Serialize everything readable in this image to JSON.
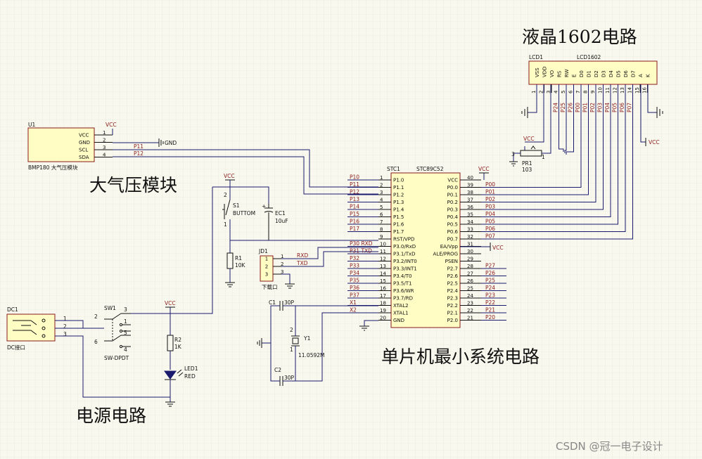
{
  "titles": {
    "lcd": "液晶1602电路",
    "baro": "大气压模块",
    "mcu": "单片机最小系统电路",
    "power": "电源电路"
  },
  "watermark": "CSDN @冠一电子设计",
  "colors": {
    "background": "#f8f8ee",
    "ic_fill": "#fffcc4",
    "wire": "#1a1a6e",
    "net_label": "#8b1a1a"
  },
  "lcd": {
    "ref": "LCD1",
    "part": "LCD1602",
    "pins": [
      "VSS",
      "VDD",
      "VO",
      "RS",
      "RW",
      "E",
      "D0",
      "D1",
      "D2",
      "D3",
      "D4",
      "D5",
      "D6",
      "D7",
      "A",
      "K"
    ],
    "pin_numbers": [
      "1",
      "2",
      "3",
      "4",
      "5",
      "6",
      "7",
      "8",
      "9",
      "10",
      "11",
      "12",
      "13",
      "14",
      "15",
      "16"
    ],
    "nets": [
      "P24",
      "P25",
      "P26",
      "P00",
      "P01",
      "P02",
      "P03",
      "P04",
      "P05",
      "P06",
      "P07"
    ],
    "vcc": "VCC"
  },
  "pot": {
    "ref": "PR1",
    "value": "103",
    "pin3": "3",
    "pin1": "1",
    "vcc": "VCC"
  },
  "bmp": {
    "ref": "U1",
    "part": "BMP180 大气压模块",
    "pins": [
      "VCC",
      "GND",
      "SCL",
      "SDA"
    ],
    "pin_numbers": [
      "1",
      "2",
      "3",
      "4"
    ],
    "nets": [
      "P11",
      "P12"
    ],
    "vcc": "VCC",
    "gnd": "GND"
  },
  "mcu": {
    "ref": "STC1",
    "part": "STC89C52",
    "left_pins": [
      "P1.0",
      "P1.1",
      "P1.2",
      "P1.3",
      "P1.4",
      "P1.5",
      "P1.6",
      "P1.7",
      "RST/VPD",
      "P3.0/RxD",
      "P3.1/TxD",
      "P3.2/INT0",
      "P3.3/INT1",
      "P3.4/T0",
      "P3.5/T1",
      "P3.6/WR",
      "P3.7/RD",
      "XTAL2",
      "XTAL1",
      "GND"
    ],
    "left_numbers": [
      "1",
      "2",
      "3",
      "4",
      "5",
      "6",
      "7",
      "8",
      "9",
      "10",
      "11",
      "12",
      "13",
      "14",
      "15",
      "16",
      "17",
      "18",
      "19",
      "20"
    ],
    "left_nets": [
      "P10",
      "P11",
      "P12",
      "P13",
      "P14",
      "P15",
      "P16",
      "P17",
      "",
      "P30  RXD",
      "P31  TXD",
      "P32",
      "P33",
      "P34",
      "P35",
      "P36",
      "P37",
      "X1",
      "X2",
      ""
    ],
    "right_pins": [
      "VCC",
      "P0.0",
      "P0.1",
      "P0.2",
      "P0.3",
      "P0.4",
      "P0.5",
      "P0.6",
      "P0.7",
      "EA/Vpp",
      "ALE/PROG",
      "PSEN",
      "P2.7",
      "P2.6",
      "P2.5",
      "P2.4",
      "P2.3",
      "P2.2",
      "P2.1",
      "P2.0"
    ],
    "right_numbers": [
      "40",
      "39",
      "38",
      "37",
      "36",
      "35",
      "34",
      "33",
      "32",
      "31",
      "30",
      "29",
      "28",
      "27",
      "26",
      "25",
      "24",
      "23",
      "22",
      "21"
    ],
    "right_nets": [
      "",
      "P00",
      "P01",
      "P02",
      "P03",
      "P04",
      "P05",
      "P06",
      "P07",
      "",
      "",
      "",
      "P27",
      "P26",
      "P25",
      "P24",
      "P23",
      "P22",
      "P21",
      "P20"
    ],
    "vcc": "VCC",
    "vcc2": "VCC"
  },
  "reset": {
    "s1_ref": "S1",
    "s1_label": "BUTTOM",
    "s1_pin2": "2",
    "s1_pin1": "1",
    "ec1_ref": "EC1",
    "ec1_value": "10uF",
    "r1_ref": "R1",
    "r1_value": "10K",
    "vcc": "VCC"
  },
  "jd1": {
    "ref": "JD1",
    "label": "下载口",
    "pins": [
      "1",
      "2",
      "3"
    ],
    "nets": [
      "RXD",
      "TXD"
    ]
  },
  "crystal": {
    "c1_ref": "C1",
    "c1_value": "30P",
    "c2_ref": "C2",
    "c2_value": "30P",
    "y1_ref": "Y1",
    "y1_value": "11.0592M",
    "y1_pin2": "2",
    "y1_pin1": "1"
  },
  "power": {
    "dc1_ref": "DC1",
    "dc1_label": "DC接口",
    "dc1_pins": [
      "1",
      "2",
      "3"
    ],
    "sw1_ref": "SW1",
    "sw1_label": "SW-DPDT",
    "sw1_pins": [
      "2",
      "3",
      "1",
      "5",
      "6",
      "4"
    ],
    "r2_ref": "R2",
    "r2_value": "1K",
    "led_ref": "LED1",
    "led_color": "RED",
    "vcc": "VCC"
  }
}
